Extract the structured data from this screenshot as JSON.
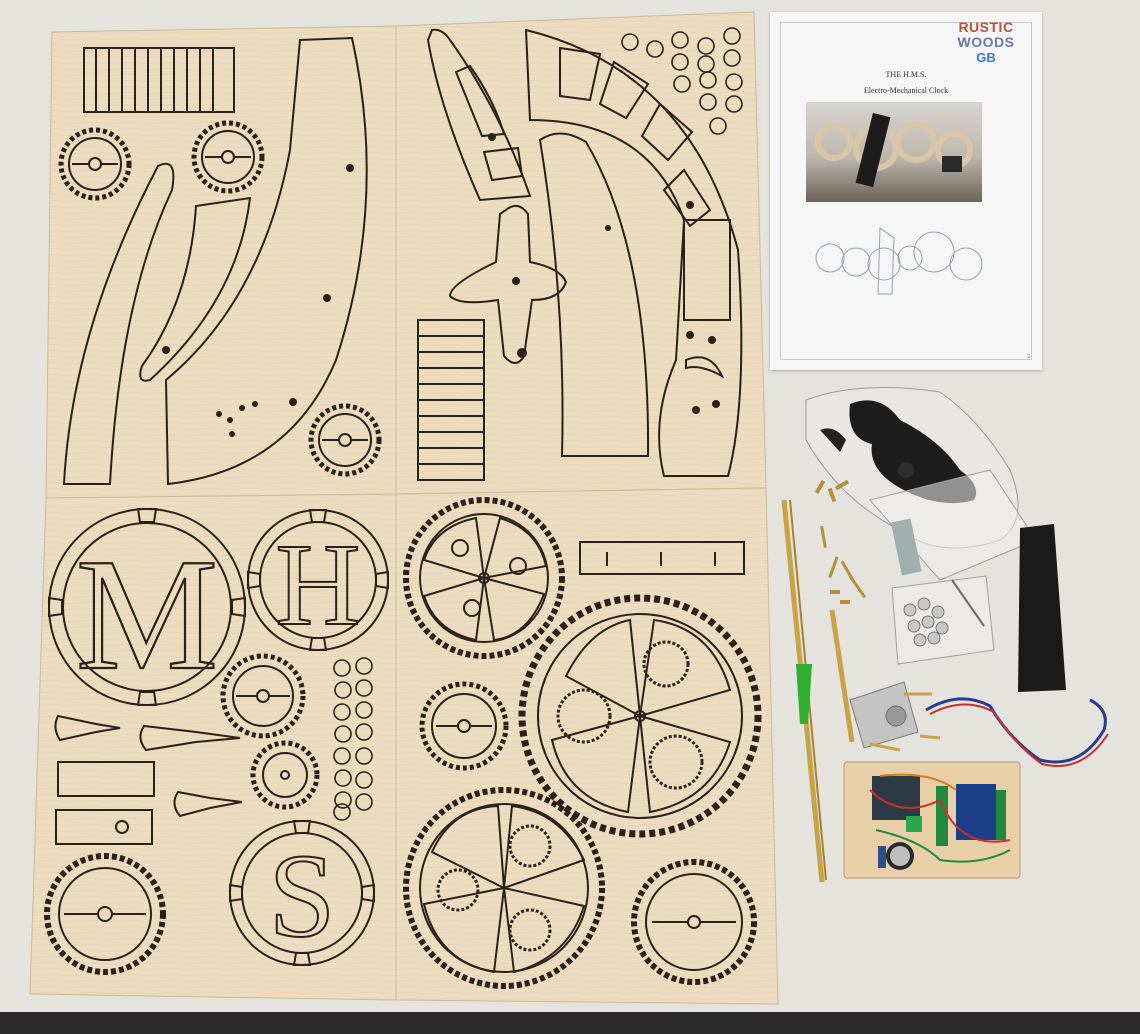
{
  "image": {
    "subject": "Laser-cut plywood clock kit laid out beside an instruction booklet and electronic parts"
  },
  "booklet": {
    "logo_line1": "RUSTIC",
    "logo_line2": "WOODS",
    "logo_line3": "GB",
    "title": "THE H.M.S.",
    "subtitle": "Electro-Mechanical Clock",
    "page_number": "2"
  },
  "letters": {
    "m": "M",
    "h": "H",
    "s": "S"
  },
  "colors": {
    "background": "#e4e3de",
    "plywood": "#ecdcbf",
    "engraving": "#2b2118",
    "brass": "#c9a243",
    "circuit_board": "#1a3f88",
    "green_terminals": "#1f8a3d"
  }
}
